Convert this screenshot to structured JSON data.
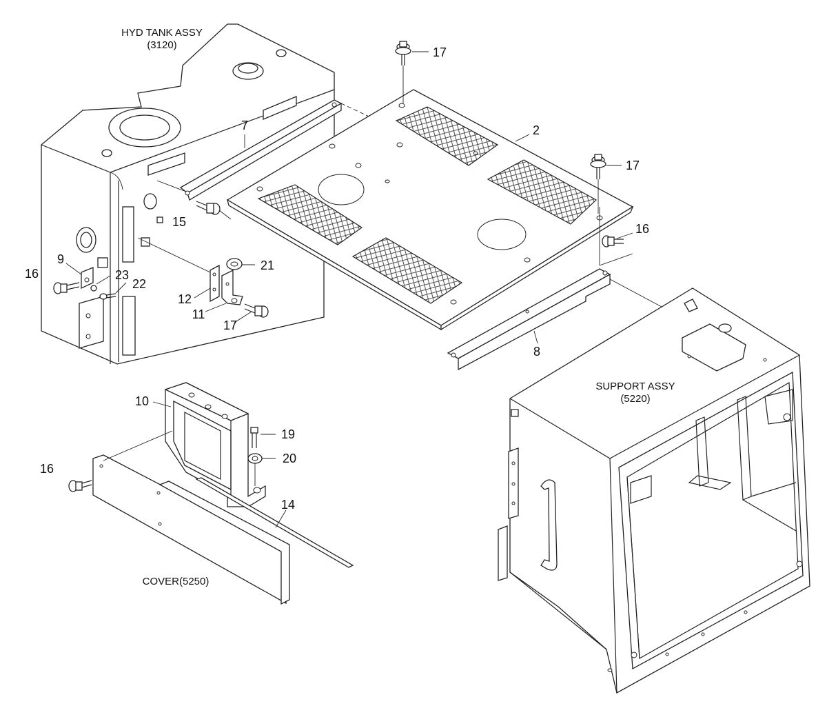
{
  "assemblies": {
    "hyd_tank": {
      "name": "HYD TANK ASSY",
      "code": "(3120)"
    },
    "support": {
      "name": "SUPPORT ASSY",
      "code": "(5220)"
    },
    "cover": {
      "name": "COVER(5250)"
    }
  },
  "callouts": {
    "c2": "2",
    "c7": "7",
    "c8": "8",
    "c9": "9",
    "c10": "10",
    "c11": "11",
    "c12": "12",
    "c14": "14",
    "c15": "15",
    "c16_left": "16",
    "c16_right": "16",
    "c16_cover": "16",
    "c17_top": "17",
    "c17_right": "17",
    "c17_lower": "17",
    "c19": "19",
    "c20": "20",
    "c21": "21",
    "c22": "22",
    "c23": "23"
  }
}
